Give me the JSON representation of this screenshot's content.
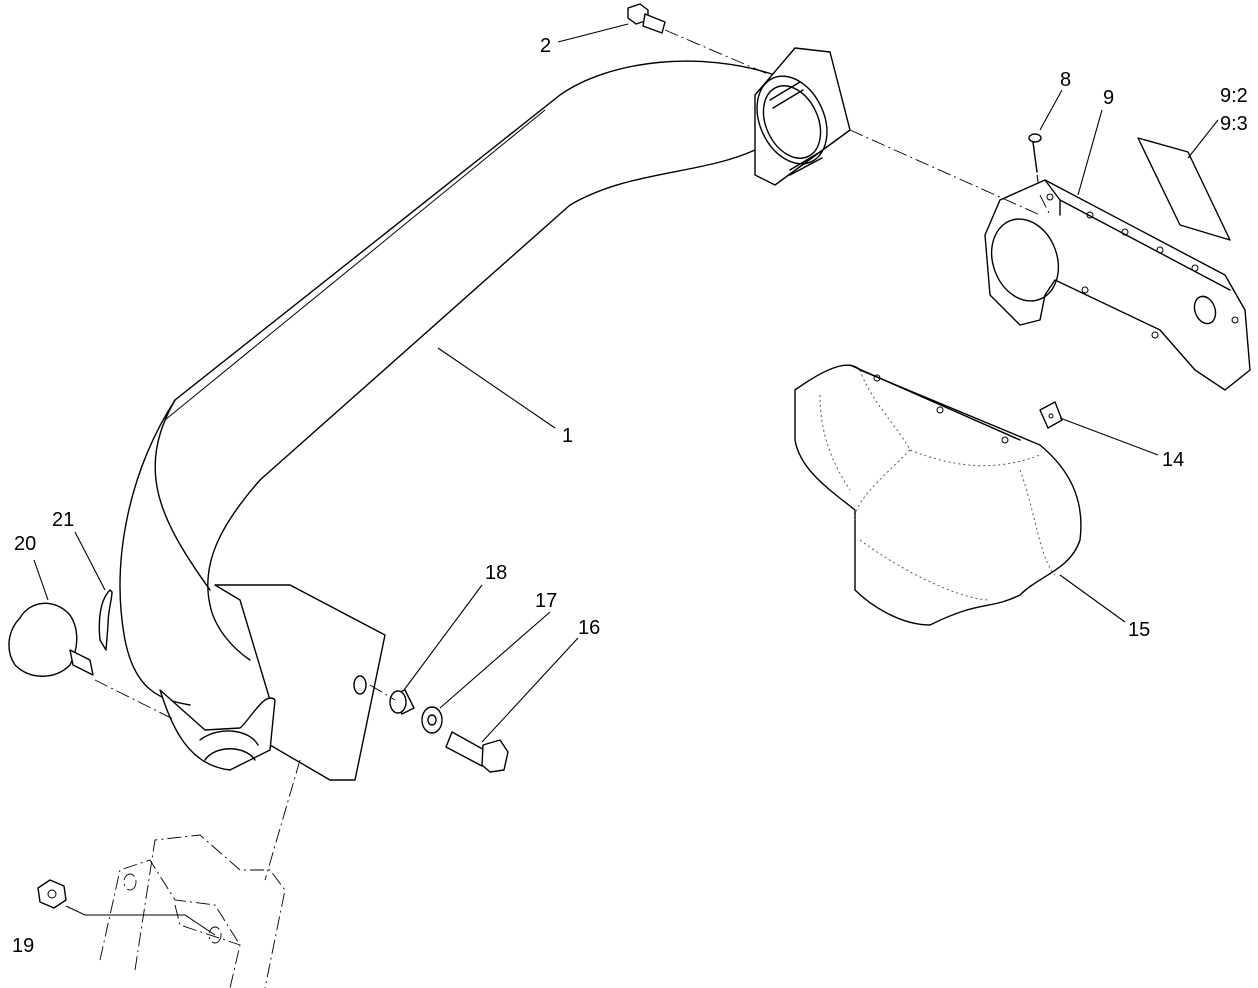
{
  "callouts": [
    {
      "id": "c1",
      "label": "1"
    },
    {
      "id": "c2",
      "label": "2"
    },
    {
      "id": "c8",
      "label": "8"
    },
    {
      "id": "c9",
      "label": "9"
    },
    {
      "id": "c9-2",
      "label": "9:2"
    },
    {
      "id": "c9-3",
      "label": "9:3"
    },
    {
      "id": "c14",
      "label": "14"
    },
    {
      "id": "c15",
      "label": "15"
    },
    {
      "id": "c16",
      "label": "16"
    },
    {
      "id": "c17",
      "label": "17"
    },
    {
      "id": "c18",
      "label": "18"
    },
    {
      "id": "c19",
      "label": "19"
    },
    {
      "id": "c20",
      "label": "20"
    },
    {
      "id": "c21",
      "label": "21"
    }
  ]
}
